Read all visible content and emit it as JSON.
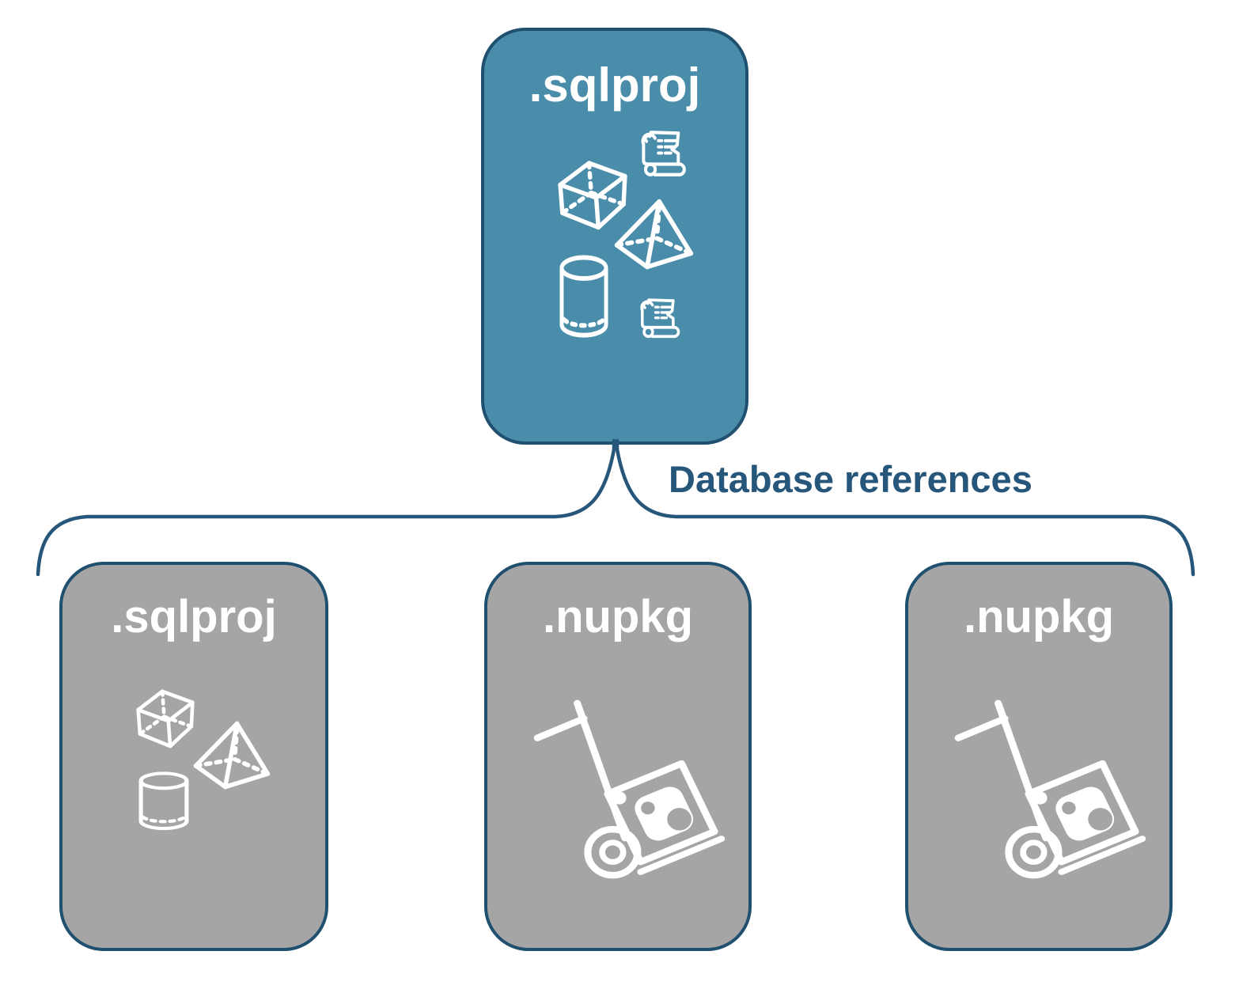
{
  "colors": {
    "root_card_fill": "#4A8DAB",
    "child_card_fill": "#A5A5A5",
    "card_border": "#20506F",
    "connector_navy": "#27567B",
    "icon_white": "#FFFFFF"
  },
  "root_card": {
    "label": ".sqlproj",
    "icons": [
      "script-scroll-icon",
      "cube-icon",
      "pyramid-icon",
      "cylinder-icon",
      "script-scroll-icon"
    ]
  },
  "connector": {
    "label": "Database references"
  },
  "child_cards": [
    {
      "label": ".sqlproj",
      "icons": [
        "cube-icon",
        "pyramid-icon",
        "cylinder-icon"
      ]
    },
    {
      "label": ".nupkg",
      "icons": [
        "hand-truck-package-icon"
      ]
    },
    {
      "label": ".nupkg",
      "icons": [
        "hand-truck-package-icon"
      ]
    }
  ]
}
